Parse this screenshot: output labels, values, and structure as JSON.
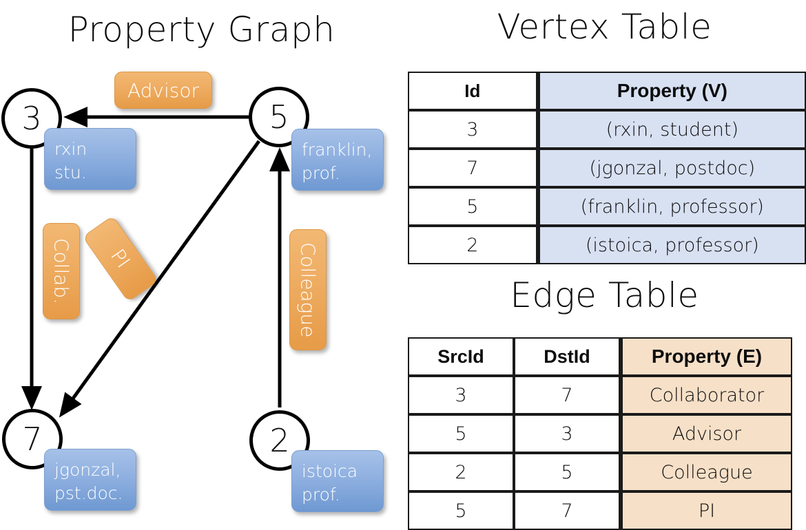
{
  "titles": {
    "property_graph": "Property Graph",
    "vertex_table": "Vertex Table",
    "edge_table": "Edge Table"
  },
  "graph": {
    "nodes": [
      {
        "id": "3",
        "label": "3",
        "property_lines": [
          "rxin",
          "stu."
        ]
      },
      {
        "id": "5",
        "label": "5",
        "property_lines": [
          "franklin,",
          "prof."
        ]
      },
      {
        "id": "7",
        "label": "7",
        "property_lines": [
          "jgonzal,",
          "pst.doc."
        ]
      },
      {
        "id": "2",
        "label": "2",
        "property_lines": [
          "istoica",
          "prof."
        ]
      }
    ],
    "node_properties": {
      "rxin_line1": "rxin",
      "rxin_line2": "stu.",
      "franklin_line1": "franklin,",
      "franklin_line2": "prof.",
      "jgonzal_line1": "jgonzal,",
      "jgonzal_line2": "pst.doc.",
      "istoica_line1": "istoica",
      "istoica_line2": "prof."
    },
    "edge_labels": {
      "advisor": "Advisor",
      "collab": "Collab.",
      "pi": "PI",
      "colleague": "Colleague"
    },
    "edges": [
      {
        "from": "5",
        "to": "3",
        "label": "Advisor"
      },
      {
        "from": "3",
        "to": "7",
        "label": "Collab."
      },
      {
        "from": "5",
        "to": "7",
        "label": "PI"
      },
      {
        "from": "2",
        "to": "5",
        "label": "Colleague"
      }
    ],
    "colors": {
      "node_fill": "#ffffff",
      "node_stroke": "#000000",
      "vertex_property_box": "#8fb0e0",
      "edge_label_box": "#eeac61",
      "edge_line": "#000000"
    }
  },
  "vertex_table": {
    "headers": [
      "Id",
      "Property (V)"
    ],
    "rows": [
      [
        "3",
        "(rxin, student)"
      ],
      [
        "7",
        "(jgonzal, postdoc)"
      ],
      [
        "5",
        "(franklin, professor)"
      ],
      [
        "2",
        "(istoica, professor)"
      ]
    ],
    "property_column_color": "#d8e1f2"
  },
  "edge_table": {
    "headers": [
      "SrcId",
      "DstId",
      "Property (E)"
    ],
    "rows": [
      [
        "3",
        "7",
        "Collaborator"
      ],
      [
        "5",
        "3",
        "Advisor"
      ],
      [
        "2",
        "5",
        "Colleague"
      ],
      [
        "5",
        "7",
        "PI"
      ]
    ],
    "property_column_color": "#f7e0c8"
  }
}
